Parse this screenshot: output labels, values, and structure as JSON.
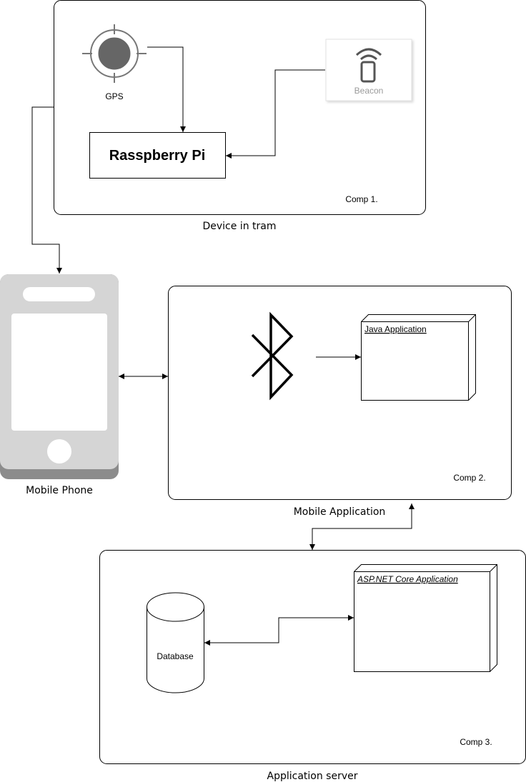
{
  "components": {
    "device": {
      "caption": "Device in tram",
      "tag": "Comp 1.",
      "gps_label": "GPS",
      "beacon_label": "Beacon",
      "raspberry_label": "Rasspberry Pi"
    },
    "phone": {
      "caption": "Mobile Phone"
    },
    "mobile_app": {
      "caption": "Mobile Application",
      "tag": "Comp 2.",
      "java_label": "Java Application"
    },
    "server": {
      "caption": "Application server",
      "tag": "Comp 3.",
      "database_label": "Database",
      "aspnet_label": "ASP.NET Core Application"
    }
  },
  "colors": {
    "stroke": "#000000",
    "phone_body": "#d5d5d5",
    "phone_shadow": "#8c8c8c",
    "gps_fill": "#666666",
    "beacon_icon": "#555555",
    "beacon_text": "#9a9a9a"
  },
  "icons": [
    "gps-icon",
    "beacon-icon",
    "bluetooth-icon",
    "mobile-phone-icon",
    "database-cylinder"
  ]
}
